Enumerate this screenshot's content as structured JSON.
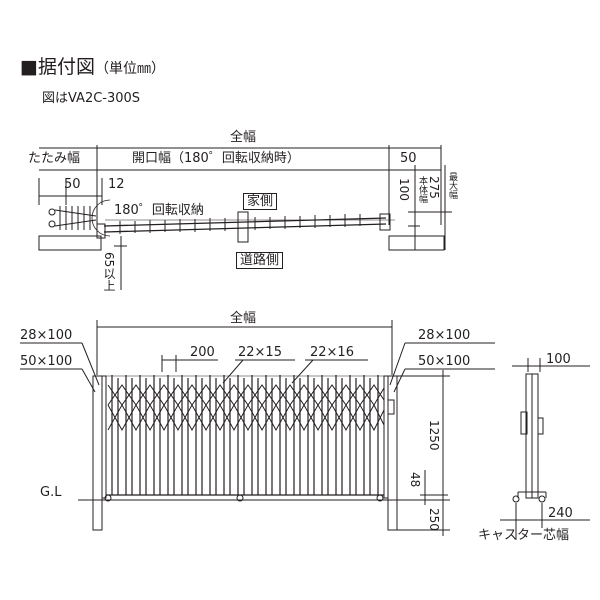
{
  "header": {
    "title_square": "■",
    "title": "据付図",
    "unit": "（単位㎜）",
    "subtitle": "図はVA2C-300S"
  },
  "plan_view": {
    "overall_width": "全幅",
    "fold_width": "たたみ幅",
    "opening_width": "開口幅（180゜回転収納時）",
    "dim_50_left": "50",
    "dim_12": "12",
    "dim_50_right": "50",
    "dim_100": "100",
    "body_width": "本体幅",
    "dim_275": "275",
    "max_width": "最大幅",
    "rotation_storage": "180゜回転収納",
    "house_side": "家側",
    "road_side": "道路側",
    "min_65": "65以上"
  },
  "front_view": {
    "overall_width": "全幅",
    "post_left_1": "28×100",
    "post_left_2": "50×100",
    "post_right_1": "28×100",
    "post_right_2": "50×100",
    "dim_200": "200",
    "member_1": "22×15",
    "member_2": "22×16",
    "ground_line": "G.L",
    "dim_1250": "1250",
    "dim_48": "48",
    "dim_250": "250"
  },
  "side_view": {
    "dim_100": "100",
    "dim_240": "240",
    "caster_center_width": "キャスター芯幅"
  }
}
